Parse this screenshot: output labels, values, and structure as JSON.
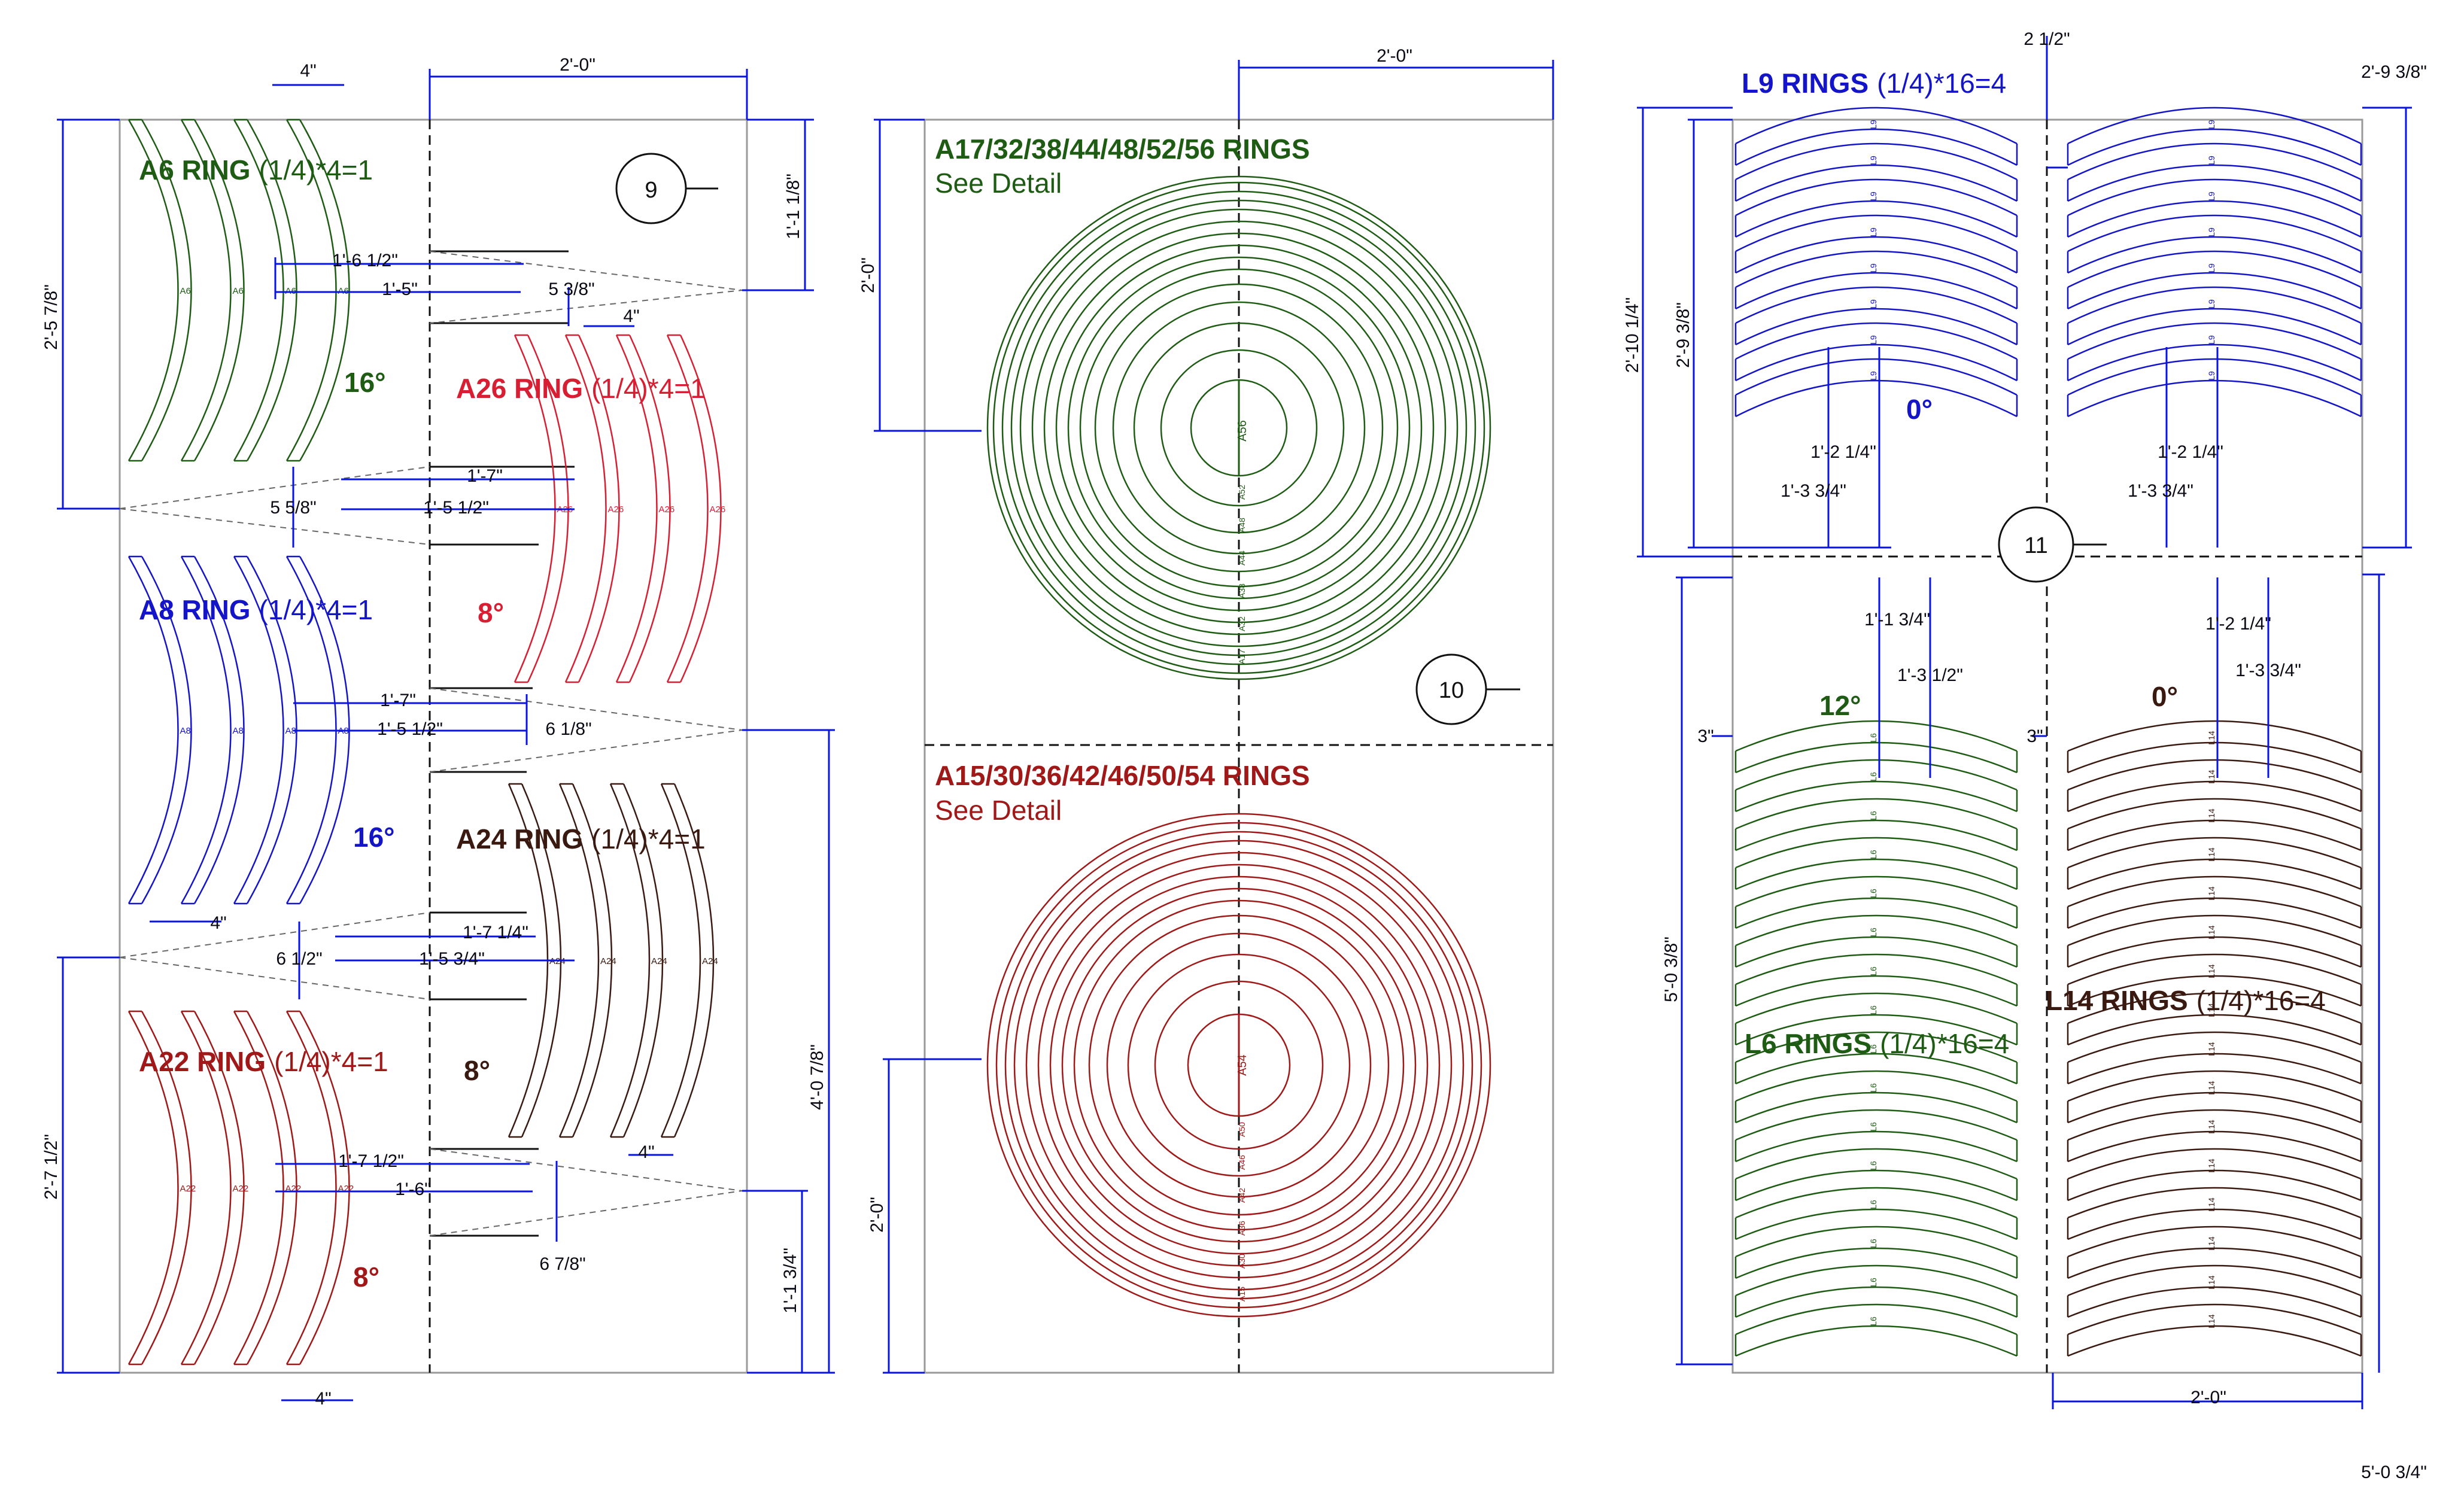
{
  "colors": {
    "green": "#1e5c14",
    "blue": "#1414c8",
    "red": "#d81e32",
    "darkred": "#a01818",
    "brown": "#3a1a10",
    "dim": "#0a14e0",
    "frame": "#999999",
    "text": "#111111"
  },
  "panel9": {
    "sheet_no": "9",
    "a6": {
      "name": "A6 RING",
      "qty": "(1/4)*4=1",
      "tag": "A6",
      "angle": "16°"
    },
    "a26": {
      "name": "A26 RING",
      "qty": "(1/4)*4=1",
      "tag": "A26",
      "angle": "8°"
    },
    "a8": {
      "name": "A8 RING",
      "qty": "(1/4)*4=1",
      "tag": "A8",
      "angle": "16°"
    },
    "a24": {
      "name": "A24 RING",
      "qty": "(1/4)*4=1",
      "tag": "A24",
      "angle": "8°"
    },
    "a22": {
      "name": "A22 RING",
      "qty": "(1/4)*4=1",
      "tag": "A22",
      "angle": "8°"
    },
    "dims": {
      "w_top": "2'-0\"",
      "four_a": "4\"",
      "four_b": "4\"",
      "four_c": "4\"",
      "four_d": "4\"",
      "four_e": "4\"",
      "h_total_top": "2'-5 7/8\"",
      "h_total_bottom": "2'-7 1/2\"",
      "r_top": "1'-1 1/8\"",
      "r_mid": "4'-0 7/8\"",
      "r_bot": "1'-1 3/4\"",
      "d1": "1'-6 1/2\"",
      "d2": "1'-5\"",
      "d3": "5 3/8\"",
      "d4": "1'-7\"",
      "d5": "5 5/8\"",
      "d6": "1'-5 1/2\"",
      "d7": "1'-7\"",
      "d8": "1'-5 1/2\"",
      "d9": "6 1/8\"",
      "d10": "1'-7 1/4\"",
      "d11": "6 1/2\"",
      "d12": "1'-5 3/4\"",
      "d13": "1'-7 1/2\"",
      "d14": "1'-6\"",
      "d15": "6 7/8\""
    }
  },
  "panel10": {
    "sheet_no": "10",
    "top_title": "A17/32/38/44/48/52/56 RINGS",
    "top_sub": "See Detail",
    "bot_title": "A15/30/36/42/46/50/54 RINGS",
    "bot_sub": "See Detail",
    "top_center_tag": "A56",
    "bot_center_tag": "A54",
    "top_ring_tags": [
      "A52",
      "A48",
      "A44",
      "A38",
      "A32",
      "A17"
    ],
    "bot_ring_tags": [
      "A50",
      "A46",
      "A42",
      "A36",
      "A30",
      "A15"
    ],
    "dim_w": "2'-0\"",
    "dim_h_top": "2'-0\"",
    "dim_h_bot": "2'-0\""
  },
  "panel11": {
    "sheet_no": "11",
    "l9": {
      "name": "L9 RINGS",
      "qty": "(1/4)*16=4",
      "tag": "L9",
      "angle": "0°"
    },
    "l6": {
      "name": "L6 RINGS",
      "qty": "(1/4)*16=4",
      "tag": "L6",
      "angle": "12°"
    },
    "l14": {
      "name": "L14 RINGS",
      "qty": "(1/4)*16=4",
      "tag": "L14",
      "angle": "0°"
    },
    "dims": {
      "top_gap": "2 1/2\"",
      "top_right": "2'-9 3/8\"",
      "left_outer": "2'-10 1/4\"",
      "left_inner": "2'-9 3/8\"",
      "l9_a": "1'-2 1/4\"",
      "l9_b": "1'-3 3/4\"",
      "l9_c": "1'-2 1/4\"",
      "l9_d": "1'-3 3/4\"",
      "l6_a": "1'-1 3/4\"",
      "l6_b": "1'-3 1/2\"",
      "l14_a": "1'-2 1/4\"",
      "l14_b": "1'-3 3/4\"",
      "three_a": "3\"",
      "three_b": "3\"",
      "left_bottom": "5'-0 3/8\"",
      "bottom_w": "2'-0\"",
      "bottom_right": "5'-0 3/4\""
    }
  }
}
